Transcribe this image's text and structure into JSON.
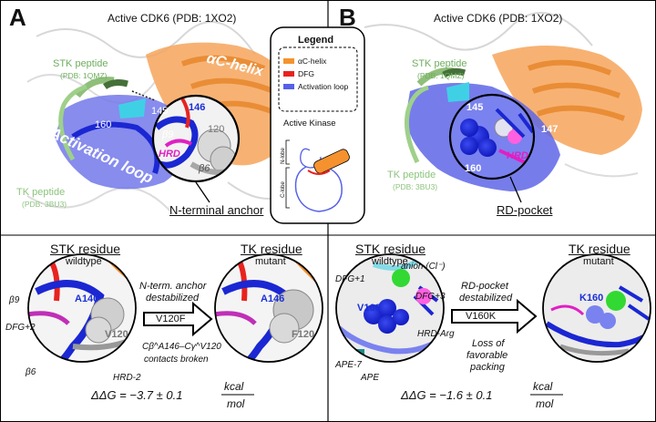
{
  "panel_a": {
    "letter": "A",
    "title": "Active CDK6 (PDB: 1XO2)",
    "stk_peptide": "STK peptide",
    "stk_pdb": "(PDB: 1QMZ)",
    "tk_peptide": "TK peptide",
    "tk_pdb": "(PDB: 3BU3)",
    "ac_helix": "αC-helix",
    "activation_loop": "Activation loop",
    "res_160": "160",
    "res_145": "145",
    "res_146": "146",
    "res_120": "120",
    "beta9": "β9",
    "beta6": "β6",
    "hrd": "HRD",
    "callout": "N-terminal anchor",
    "stk_header": "STK residue",
    "stk_sub": "wildtype",
    "tk_header": "TK residue",
    "tk_sub": "mutant",
    "arrow_top": "N-term. anchor",
    "arrow_top2": "destabilized",
    "mutation": "V120F",
    "arrow_bottom": "Cβ^A146–Cγ^V120",
    "arrow_bottom2": "contacts broken",
    "left_circle": {
      "res": "A146",
      "res2": "V120",
      "b9": "β9",
      "dfg2": "DFG+2",
      "b6": "β6",
      "hrd2": "HRD-2"
    },
    "right_circle": {
      "res": "A146",
      "res2": "F120"
    },
    "ddg": "ΔΔG = −3.7 ± 0.1",
    "unit_num": "kcal",
    "unit_den": "mol"
  },
  "panel_b": {
    "letter": "B",
    "title": "Active CDK6 (PDB: 1XO2)",
    "stk_peptide": "STK peptide",
    "stk_pdb": "(PDB: 1QMZ)",
    "tk_peptide": "TK peptide",
    "tk_pdb": "(PDB: 3BU3)",
    "res_145": "145",
    "res_147": "147",
    "res_160": "160",
    "hrd": "HRD",
    "callout": "RD-pocket",
    "stk_header": "STK residue",
    "stk_sub": "wildtype",
    "tk_header": "TK residue",
    "tk_sub": "mutant",
    "arrow_top": "RD-pocket",
    "arrow_top2": "destabilized",
    "mutation": "V160K",
    "arrow_bottom": "Loss of",
    "arrow_bottom2": "favorable",
    "arrow_bottom3": "packing",
    "left_circle": {
      "dfg1": "DFG+1",
      "anion": "anion (Cl⁻)",
      "dfg3": "DFG+3",
      "res": "V160",
      "ape7": "APE-7",
      "ape": "APE",
      "hrdarg": "HRD-Arg"
    },
    "right_circle": {
      "res": "K160"
    },
    "ddg": "ΔΔG = −1.6 ± 0.1",
    "unit_num": "kcal",
    "unit_den": "mol"
  },
  "legend": {
    "title": "Legend",
    "items": [
      {
        "label": "αC-helix",
        "color": "#f5922f"
      },
      {
        "label": "DFG",
        "color": "#e8231f"
      },
      {
        "label": "Activation loop",
        "color": "#5560e8"
      }
    ],
    "kinase_title": "Active Kinase",
    "n_lobe": "N-lobe",
    "c_lobe": "C-lobe"
  }
}
